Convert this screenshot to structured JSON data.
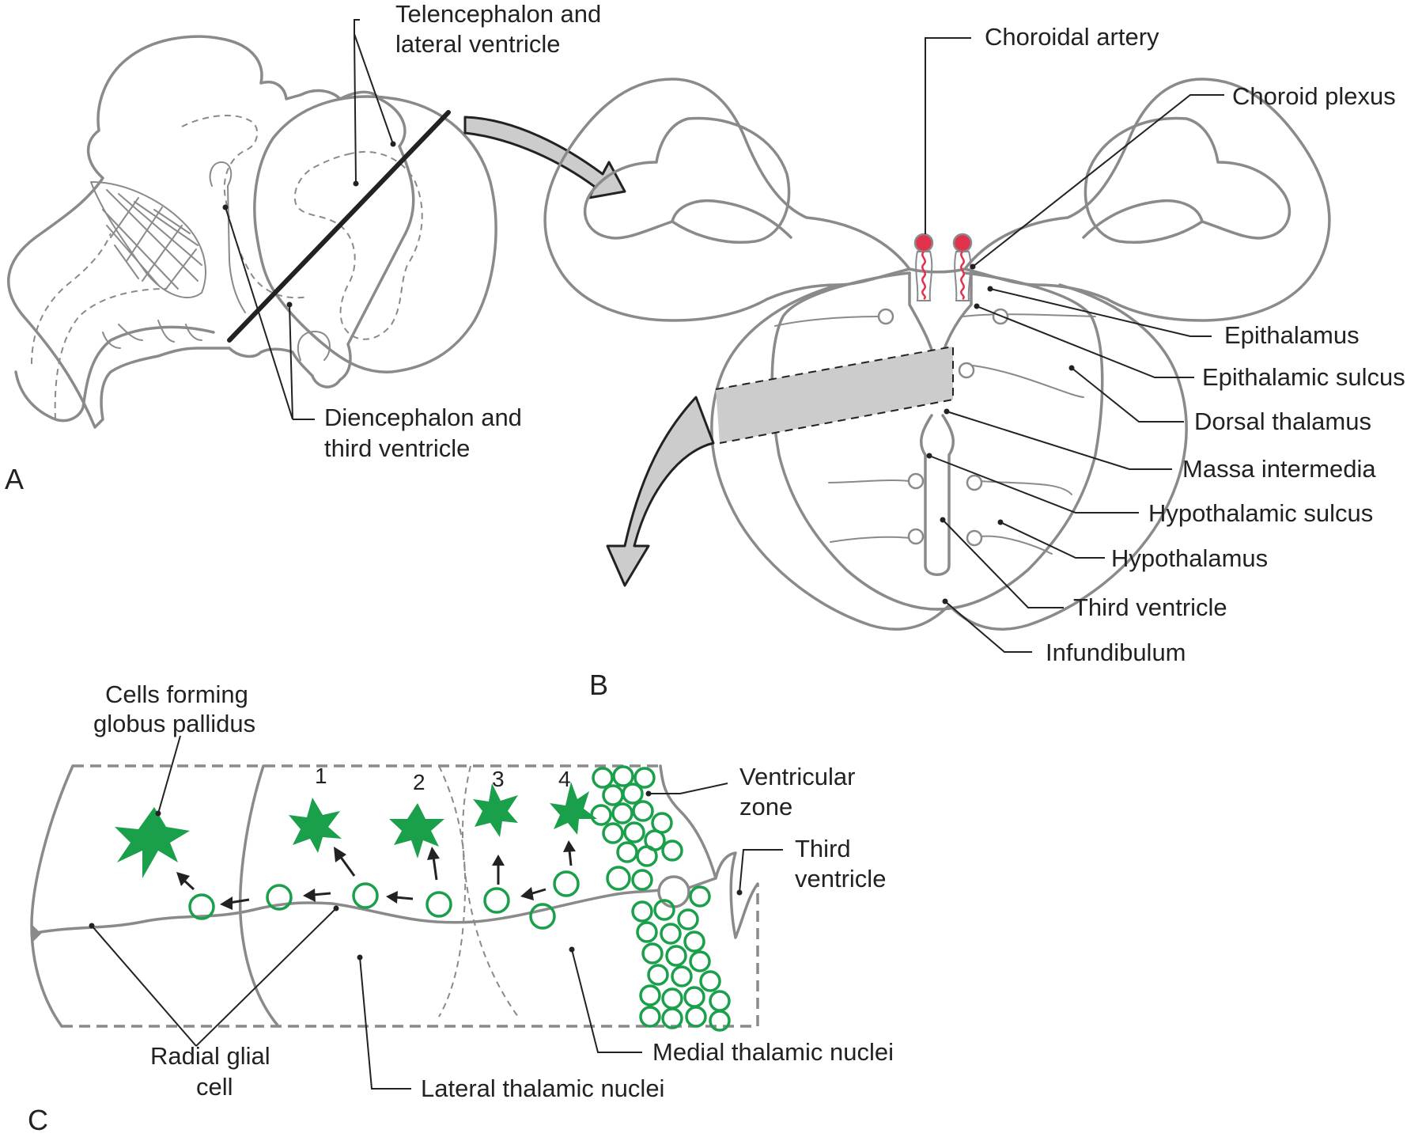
{
  "colors": {
    "outline": "#8a8a8a",
    "cell_green": "#1a9f4b",
    "artery_red": "#e0324d",
    "text": "#222222",
    "band_fill": "#cccccc"
  },
  "panels": {
    "A": {
      "letter": "A",
      "labels": {
        "telencephalon_line1": "Telencephalon and",
        "telencephalon_line2": "lateral ventricle",
        "diencephalon_line1": "Diencephalon and",
        "diencephalon_line2": "third ventricle"
      }
    },
    "B": {
      "letter": "B",
      "labels": {
        "choroidal_artery": "Choroidal artery",
        "choroid_plexus": "Choroid plexus",
        "epithalamus": "Epithalamus",
        "epithalamic_sulcus": "Epithalamic sulcus",
        "dorsal_thalamus": "Dorsal thalamus",
        "massa_intermedia": "Massa intermedia",
        "hypothalamic_sulcus": "Hypothalamic sulcus",
        "hypothalamus": "Hypothalamus",
        "third_ventricle": "Third ventricle",
        "infundibulum": "Infundibulum"
      }
    },
    "C": {
      "letter": "C",
      "labels": {
        "globus_line1": "Cells forming",
        "globus_line2": "globus pallidus",
        "ventricular_line1": "Ventricular",
        "ventricular_line2": "zone",
        "third_ventricle_line1": "Third",
        "third_ventricle_line2": "ventricle",
        "radial_line1": "Radial glial",
        "radial_line2": "cell",
        "medial_nuclei": "Medial thalamic nuclei",
        "lateral_nuclei": "Lateral thalamic nuclei"
      },
      "stage_numbers": [
        "1",
        "2",
        "3",
        "4"
      ]
    }
  }
}
